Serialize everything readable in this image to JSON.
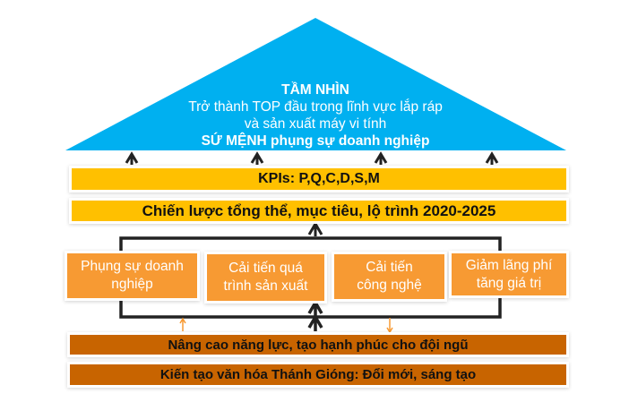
{
  "vision": {
    "title": "TẦM NHÌN",
    "line1": "Trở thành TOP đầu trong lĩnh vực lắp ráp",
    "line2": "và sản xuất máy vi tính",
    "mission": "SỨ MỆNH phụng sự doanh nghiệp"
  },
  "kpis": "KPIs: P,Q,C,D,S,M",
  "strategy": "Chiến lược tổng thể, mục tiêu, lộ trình 2020-2025",
  "pillars": [
    {
      "line1": "Phụng sự doanh",
      "line2": "nghiệp"
    },
    {
      "line1": "Cải tiến quá",
      "line2": "trình sản xuất"
    },
    {
      "line1": "Cải tiến",
      "line2": "công nghệ"
    },
    {
      "line1": "Giảm lãng phí",
      "line2": "tăng giá trị"
    }
  ],
  "foundation1": "Nâng cao năng lực, tạo hạnh phúc cho đội ngũ",
  "foundation2": "Kiến tạo văn hóa Thánh Gióng: Đổi mới, sáng tạo",
  "colors": {
    "vision": "#00b0f0",
    "kpi": "#ffc000",
    "pillar": "#f79a33",
    "foundation": "#c86400"
  }
}
